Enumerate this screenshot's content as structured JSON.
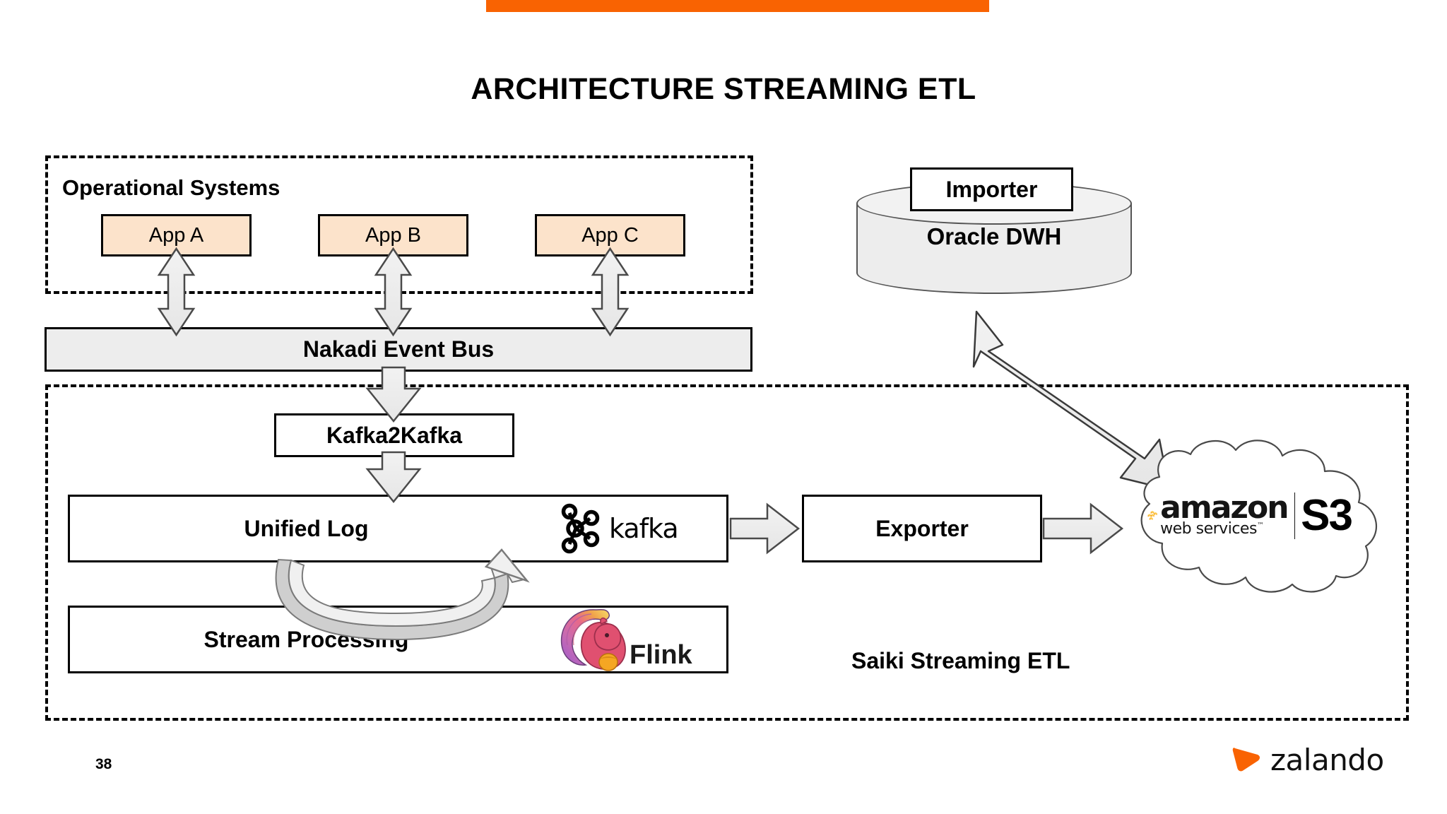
{
  "slide": {
    "title": "ARCHITECTURE STREAMING ETL",
    "page_number": "38",
    "accent_color": "#f96302",
    "app_box_fill": "#fce3cb",
    "gray_fill": "#ededed"
  },
  "groups": {
    "operational_systems": {
      "label": "Operational Systems",
      "apps": [
        {
          "label": "App A"
        },
        {
          "label": "App B"
        },
        {
          "label": "App C"
        }
      ]
    },
    "saiki": {
      "label": "Saiki Streaming ETL"
    }
  },
  "nodes": {
    "nakadi": {
      "label": "Nakadi Event Bus"
    },
    "kafka2kafka": {
      "label": "Kafka2Kafka"
    },
    "unified_log": {
      "label": "Unified Log",
      "logo": "kafka",
      "logo_text": "kafka"
    },
    "stream_processing": {
      "label": "Stream Processing",
      "logo": "flink",
      "logo_text": "Flink"
    },
    "exporter": {
      "label": "Exporter"
    },
    "importer": {
      "label": "Importer"
    },
    "oracle_dwh": {
      "label": "Oracle DWH"
    },
    "aws_s3": {
      "brand": "amazon",
      "subtitle": "web services",
      "trademark": "™",
      "product": "S3",
      "cube_color": "#f9a825"
    }
  },
  "brand": {
    "zalando": "zalando",
    "zalando_mark_color": "#f96302"
  }
}
